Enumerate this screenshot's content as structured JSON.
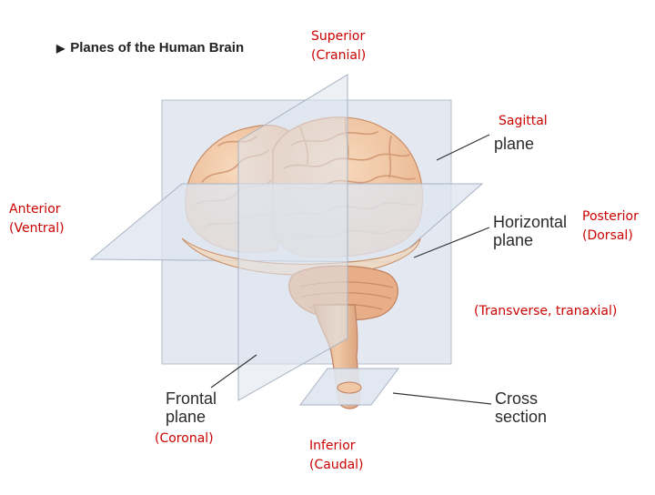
{
  "diagram": {
    "title": "Planes of the Human Brain",
    "title_marker": "▶",
    "red_labels": {
      "superior": [
        "Superior",
        "(Cranial)"
      ],
      "inferior": [
        "Inferior",
        "(Caudal)"
      ],
      "anterior": [
        "Anterior",
        "(Ventral)"
      ],
      "posterior": [
        "Posterior",
        "(Dorsal)"
      ],
      "sagittal": "Sagittal",
      "coronal": "(Coronal)",
      "transverse": "(Transverse, tranaxial)"
    },
    "callouts": {
      "sagittal": [
        "",
        "plane"
      ],
      "horizontal": [
        "Horizontal",
        "plane"
      ],
      "frontal": [
        "Frontal",
        "plane"
      ],
      "cross": [
        "Cross",
        "section"
      ]
    },
    "colors": {
      "label_red": "#cc0000",
      "plane_fill": "#dfe5ef",
      "brain_fill": "#f1c6a2",
      "brain_fold": "#d49a76",
      "callout_text": "#2b2b2b"
    }
  }
}
